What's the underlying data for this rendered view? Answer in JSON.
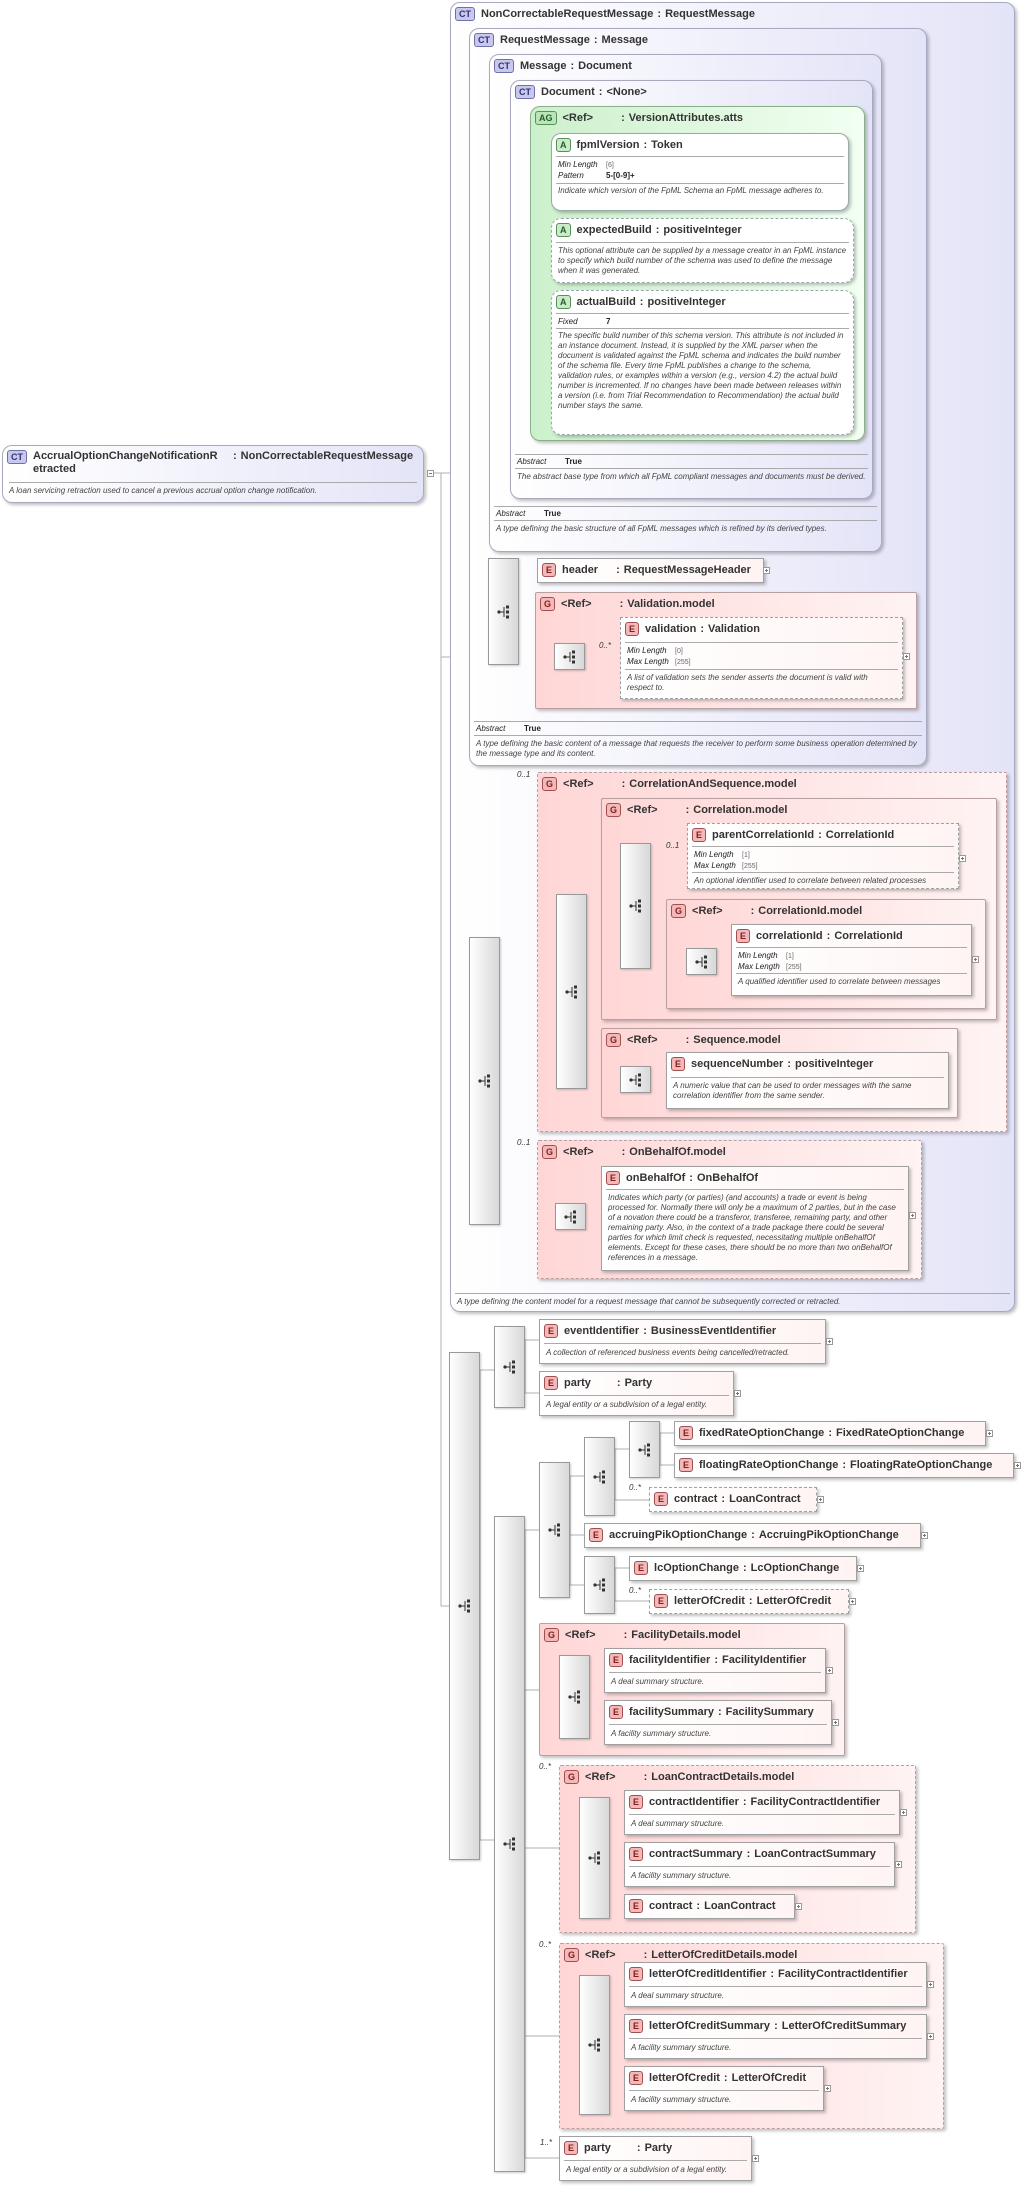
{
  "labels": {
    "ref": "<Ref>",
    "colon": ":"
  },
  "badges": {
    "ct": "CT",
    "ag": "AG",
    "a": "A",
    "g": "G",
    "e": "E"
  },
  "root": {
    "name": "AccrualOptionChangeNotificationR etracted",
    "type": "NonCorrectableRequestMessage",
    "doc": "A loan servicing retraction used to cancel a previous accrual option change notification."
  },
  "ct_noncorrectable": {
    "name": "NonCorrectableRequestMessage",
    "type": "RequestMessage",
    "doc": "A type defining the content model for a request message that cannot be subsequently corrected or retracted."
  },
  "ct_request": {
    "name": "RequestMessage",
    "type": "Message",
    "abstract_label": "Abstract",
    "abstract_value": "True",
    "doc": "A type defining the basic content of a message that requests the receiver to perform some business operation determined by the message type and its content."
  },
  "ct_message": {
    "name": "Message",
    "type": "Document",
    "abstract_label": "Abstract",
    "abstract_value": "True",
    "doc": "A type defining the basic structure of all FpML messages which is refined by its derived types."
  },
  "ct_document": {
    "name": "Document",
    "type": "<None>",
    "abstract_label": "Abstract",
    "abstract_value": "True",
    "doc": "The abstract base type from which all FpML compliant messages and documents must be derived."
  },
  "ag_version": {
    "type": "VersionAttributes.atts"
  },
  "attr_fpml": {
    "name": "fpmlVersion",
    "type": "Token",
    "p1k": "Min Length",
    "p1v": "[6]",
    "p2k": "Pattern",
    "p2v": "5-[0-9]+",
    "doc": "Indicate which version of the FpML Schema an FpML message adheres to."
  },
  "attr_expected": {
    "name": "expectedBuild",
    "type": "positiveInteger",
    "doc": "This optional attribute can be supplied by a message creator in an FpML instance to specify which build number of the schema was used to define the message when it was generated."
  },
  "attr_actual": {
    "name": "actualBuild",
    "type": "positiveInteger",
    "p1k": "Fixed",
    "p1v": "7",
    "doc": "The specific build number of this schema version. This attribute is not included in an instance document. Instead, it is supplied by the XML parser when the document is validated against the FpML schema and indicates the build number of the schema file. Every time FpML publishes a change to the schema, validation rules, or examples within a version (e.g., version 4.2) the actual build number is incremented. If no changes have been made between releases within a version (i.e. from Trial Recommendation to Recommendation) the actual build number stays the same."
  },
  "el_header": {
    "name": "header",
    "type": "RequestMessageHeader"
  },
  "grp_validation": {
    "type": "Validation.model"
  },
  "el_validation": {
    "name": "validation",
    "type": "Validation",
    "card": "0..*",
    "p1k": "Min Length",
    "p1v": "[0]",
    "p2k": "Max Length",
    "p2v": "[255]",
    "doc": "A list of validation sets the sender asserts the document is valid with respect to."
  },
  "grp_corrseq": {
    "type": "CorrelationAndSequence.model",
    "card": "0..1"
  },
  "grp_corr": {
    "type": "Correlation.model"
  },
  "el_parentcorr": {
    "name": "parentCorrelationId",
    "type": "CorrelationId",
    "card": "0..1",
    "p1k": "Min Length",
    "p1v": "[1]",
    "p2k": "Max Length",
    "p2v": "[255]",
    "doc": "An optional identifier used to correlate between related processes"
  },
  "grp_corrid": {
    "type": "CorrelationId.model"
  },
  "el_corrid": {
    "name": "correlationId",
    "type": "CorrelationId",
    "p1k": "Min Length",
    "p1v": "[1]",
    "p2k": "Max Length",
    "p2v": "[255]",
    "doc": "A qualified identifier used to correlate between messages"
  },
  "grp_seq": {
    "type": "Sequence.model"
  },
  "el_seqnum": {
    "name": "sequenceNumber",
    "type": "positiveInteger",
    "doc": "A numeric value that can be used to order messages with the same correlation identifier from the same sender."
  },
  "grp_behalf": {
    "type": "OnBehalfOf.model",
    "card": "0..1"
  },
  "el_behalf": {
    "name": "onBehalfOf",
    "type": "OnBehalfOf",
    "doc": "Indicates which party (or parties) (and accounts) a trade or event is being processed for. Normally there will only be a maximum of 2 parties, but in the case of a novation there could be a transferor, transferee, remaining party, and other remaining party. Also, in the context of a trade package there could be several parties for which limit check is requested, necessitating multiple onBehalfOf elements. Except for these cases, there should be no more than two onBehalfOf references in a message."
  },
  "el_eventid": {
    "name": "eventIdentifier",
    "type": "BusinessEventIdentifier",
    "doc": "A collection of referenced business events being cancelled/retracted."
  },
  "el_party1": {
    "name": "party",
    "type": "Party",
    "doc": "A legal entity or a subdivision of a legal entity."
  },
  "el_fixed": {
    "name": "fixedRateOptionChange",
    "type": "FixedRateOptionChange"
  },
  "el_floating": {
    "name": "floatingRateOptionChange",
    "type": "FloatingRateOptionChange"
  },
  "el_contract1": {
    "name": "contract",
    "type": "LoanContract",
    "card": "0..*"
  },
  "el_pik": {
    "name": "accruingPikOptionChange",
    "type": "AccruingPikOptionChange"
  },
  "el_lc": {
    "name": "lcOptionChange",
    "type": "LcOptionChange"
  },
  "el_loc1": {
    "name": "letterOfCredit",
    "type": "LetterOfCredit",
    "card": "0..*"
  },
  "grp_facility": {
    "type": "FacilityDetails.model"
  },
  "el_facid": {
    "name": "facilityIdentifier",
    "type": "FacilityIdentifier",
    "doc": "A deal summary structure."
  },
  "el_facsum": {
    "name": "facilitySummary",
    "type": "FacilitySummary",
    "doc": "A facility summary structure."
  },
  "grp_loancontract": {
    "type": "LoanContractDetails.model",
    "card": "0..*"
  },
  "el_contractid": {
    "name": "contractIdentifier",
    "type": "FacilityContractIdentifier",
    "doc": "A deal summary structure."
  },
  "el_contractsum": {
    "name": "contractSummary",
    "type": "LoanContractSummary",
    "doc": "A facility summary structure."
  },
  "el_contract2": {
    "name": "contract",
    "type": "LoanContract"
  },
  "grp_loc": {
    "type": "LetterOfCreditDetails.model",
    "card": "0..*"
  },
  "el_locid": {
    "name": "letterOfCreditIdentifier",
    "type": "FacilityContractIdentifier",
    "doc": "A deal summary structure."
  },
  "el_locsum": {
    "name": "letterOfCreditSummary",
    "type": "LetterOfCreditSummary",
    "doc": "A facility summary structure."
  },
  "el_loc2": {
    "name": "letterOfCredit",
    "type": "LetterOfCredit",
    "doc": "A facility summary structure."
  },
  "el_party2": {
    "name": "party",
    "type": "Party",
    "card": "1..*",
    "doc": "A legal entity or a subdivision of a legal entity."
  }
}
